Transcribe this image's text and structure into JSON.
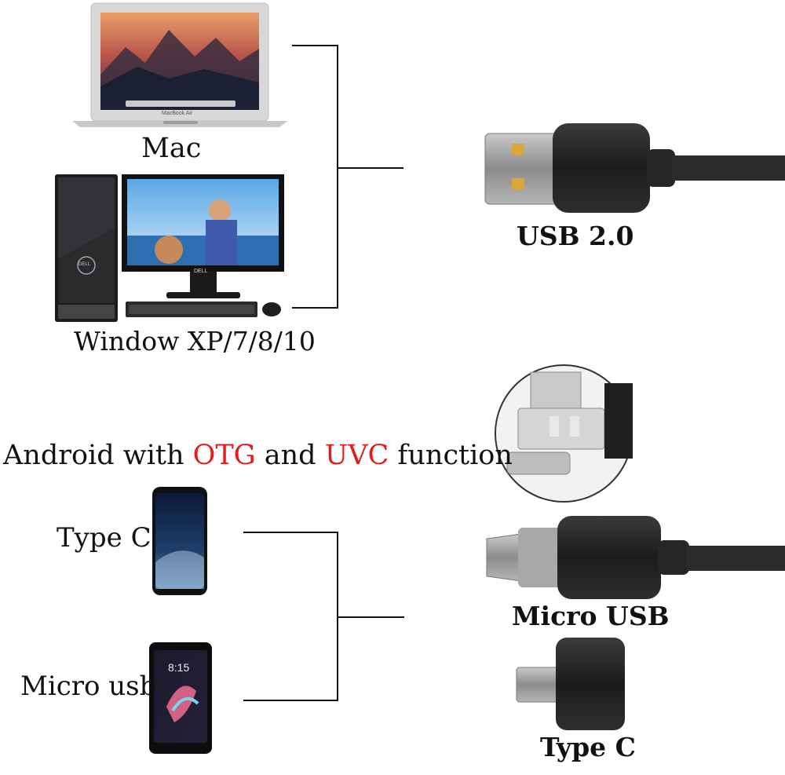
{
  "devices": {
    "mac_label": "Mac",
    "windows_label": "Window XP/7/8/10",
    "android_heading": {
      "part1": "Android with ",
      "otg": "OTG",
      "part2": " and ",
      "uvc": "UVC",
      "part3": " function"
    },
    "type_c_phone_label": "Type C",
    "micro_usb_phone_label": "Micro usb"
  },
  "connectors": {
    "usb_label": "USB 2.0",
    "micro_usb_label": "Micro USB",
    "type_c_label": "Type C"
  },
  "screen_text": {
    "laptop_brand": "MacBook Air",
    "monitor_brand": "DELL",
    "tower_brand": "DELL",
    "phone_time": "8:15"
  },
  "colors": {
    "highlight": "#e8191b",
    "connector_line": "#111111",
    "cable": "#2b2b2b"
  }
}
